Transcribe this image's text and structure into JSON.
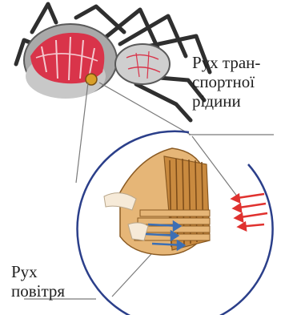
{
  "labels": {
    "transport_fluid_movement": [
      "Рух тран-",
      "спортної",
      "рідини"
    ],
    "air_movement": [
      "Рух",
      "повітря"
    ]
  },
  "colors": {
    "spider_body": "#a9a9a9",
    "spider_legs": "#2f2f2f",
    "lung_red": "#d9344a",
    "book_lung": "#c98a3f",
    "book_lung_light": "#e6b677",
    "fluid_arrows": "#e0322f",
    "air_arrows": "#3c6fb4",
    "circle_outline": "#2b3f8a"
  },
  "icons": [
    "spider-illustration",
    "book-lung-detail",
    "fluid-arrows",
    "air-arrows"
  ]
}
